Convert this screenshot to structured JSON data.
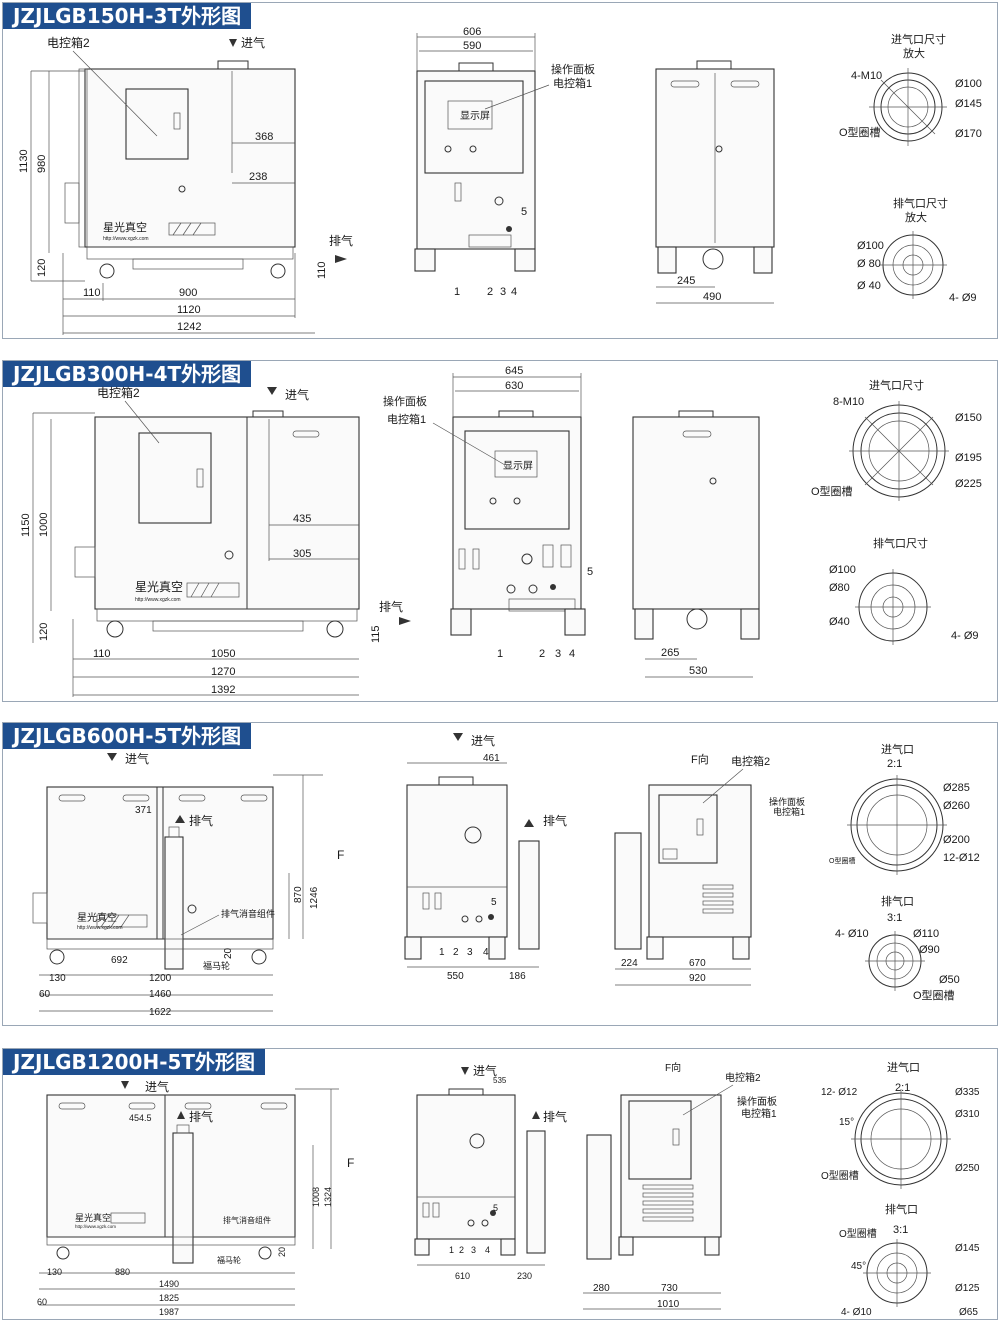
{
  "sections": [
    {
      "title": "JZJLGB150H-3T外形图",
      "labels": {
        "ctrl2": "电控箱2",
        "inlet": "进气",
        "exhaust": "排气",
        "panel": "操作面板",
        "ctrl1": "电控箱1",
        "screen": "显示屏",
        "logo": "星光真空",
        "url": "http://www.xgzk.com",
        "in_title": "进气口尺寸",
        "in_sub": "放大",
        "out_title": "排气口尺寸",
        "out_sub": "放大",
        "oring": "O型圈槽",
        "bolts_in": "4-M10",
        "bolts_out": "4- Ø9"
      },
      "dims_front": [
        "1130",
        "980",
        "368",
        "238",
        "120",
        "110",
        "110",
        "900",
        "1120",
        "1242"
      ],
      "dims_side": [
        "606",
        "590",
        "5",
        "1",
        "2",
        "3",
        "4"
      ],
      "dims_back": [
        "245",
        "490"
      ],
      "inlet_diams": [
        "Ø100",
        "Ø145",
        "Ø170"
      ],
      "outlet_diams": [
        "Ø100",
        "Ø 80",
        "Ø 40"
      ]
    },
    {
      "title": "JZJLGB300H-4T外形图",
      "labels": {
        "ctrl2": "电控箱2",
        "inlet": "进气",
        "exhaust": "排气",
        "panel": "操作面板",
        "ctrl1": "电控箱1",
        "screen": "显示屏",
        "logo": "星光真空",
        "url": "http://www.xgzk.com",
        "in_title": "进气口尺寸",
        "out_title": "排气口尺寸",
        "oring": "O型圈槽",
        "bolts_in": "8-M10",
        "bolts_out": "4- Ø9"
      },
      "dims_front": [
        "1150",
        "1000",
        "435",
        "305",
        "120",
        "115",
        "110",
        "1050",
        "1270",
        "1392"
      ],
      "dims_side": [
        "645",
        "630",
        "5",
        "1",
        "2",
        "3",
        "4"
      ],
      "dims_back": [
        "265",
        "530"
      ],
      "inlet_diams": [
        "Ø150",
        "Ø195",
        "Ø225"
      ],
      "outlet_diams": [
        "Ø100",
        "Ø80",
        "Ø40"
      ]
    },
    {
      "title": "JZJLGB600H-5T外形图",
      "labels": {
        "inlet": "进气",
        "exhaust": "排气",
        "silencer": "排气消音组件",
        "wheel": "福马轮",
        "logo": "星光真空",
        "url": "http://www.xgzk.com",
        "f_dir": "F向",
        "f_mark": "F",
        "ctrl2": "电控箱2",
        "panel": "操作面板",
        "ctrl1": "电控箱1",
        "in_title": "进气口",
        "in_scale": "2:1",
        "out_title": "排气口",
        "out_scale": "3:1",
        "oring": "O型圈槽",
        "oring_small": "O型圈槽",
        "bolts_in": "12-Ø12",
        "bolts_out": "4- Ø10"
      },
      "dims_front": [
        "371",
        "870",
        "1246",
        "20",
        "692",
        "130",
        "1200",
        "60",
        "1460",
        "1622"
      ],
      "dims_side": [
        "461",
        "5",
        "1",
        "2",
        "3",
        "4",
        "550",
        "186"
      ],
      "dims_back": [
        "224",
        "670",
        "920"
      ],
      "inlet_diams": [
        "Ø285",
        "Ø260",
        "Ø200"
      ],
      "outlet_diams": [
        "Ø110",
        "Ø90",
        "Ø50"
      ]
    },
    {
      "title": "JZJLGB1200H-5T外形图",
      "labels": {
        "inlet": "进气",
        "exhaust": "排气",
        "silencer": "排气消音组件",
        "wheel": "福马轮",
        "logo": "星光真空",
        "url": "http://www.xgzk.com",
        "f_dir": "F向",
        "f_mark": "F",
        "ctrl2": "电控箱2",
        "panel": "操作面板",
        "ctrl1": "电控箱1",
        "in_title": "进气口",
        "in_scale": "2:1",
        "out_title": "排气口",
        "out_scale": "3:1",
        "oring": "O型圈槽",
        "bolts_in": "12- Ø12",
        "bolts_out": "4- Ø10",
        "angle_in": "15°",
        "angle_out": "45°"
      },
      "dims_front": [
        "454.5",
        "1008",
        "1324",
        "20",
        "130",
        "880",
        "1490",
        "60",
        "1825",
        "1987"
      ],
      "dims_side": [
        "535",
        "5",
        "1",
        "2",
        "3",
        "4",
        "610",
        "230"
      ],
      "dims_back": [
        "280",
        "730",
        "1010"
      ],
      "inlet_diams": [
        "Ø335",
        "Ø310",
        "Ø250"
      ],
      "outlet_diams": [
        "Ø145",
        "Ø125",
        "Ø65"
      ]
    }
  ]
}
